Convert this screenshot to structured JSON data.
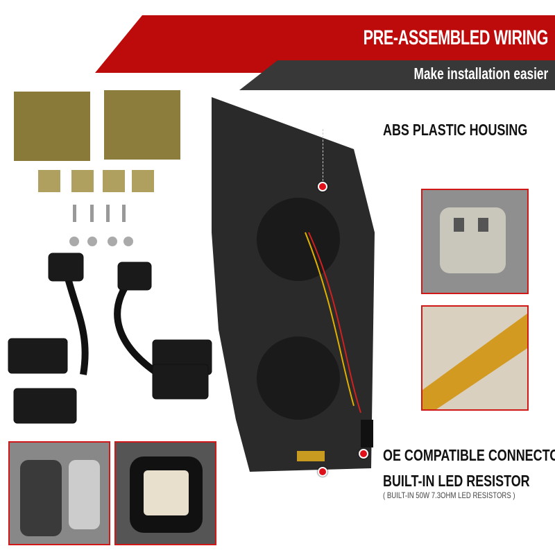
{
  "banner": {
    "title": "PRE-ASSEMBLED WIRING",
    "subtitle": "Make installation easier",
    "color_primary": "#bd0a0a",
    "color_secondary": "#383838"
  },
  "callouts": [
    {
      "label": "ABS PLASTIC HOUSING"
    },
    {
      "label": "OE COMPATIBLE CONNECTOR"
    },
    {
      "label": "BUILT-IN LED RESISTOR",
      "note": "( BUILT-IN 50W 7.3OHM LED RESISTORS )"
    }
  ],
  "accent": "#d01818"
}
